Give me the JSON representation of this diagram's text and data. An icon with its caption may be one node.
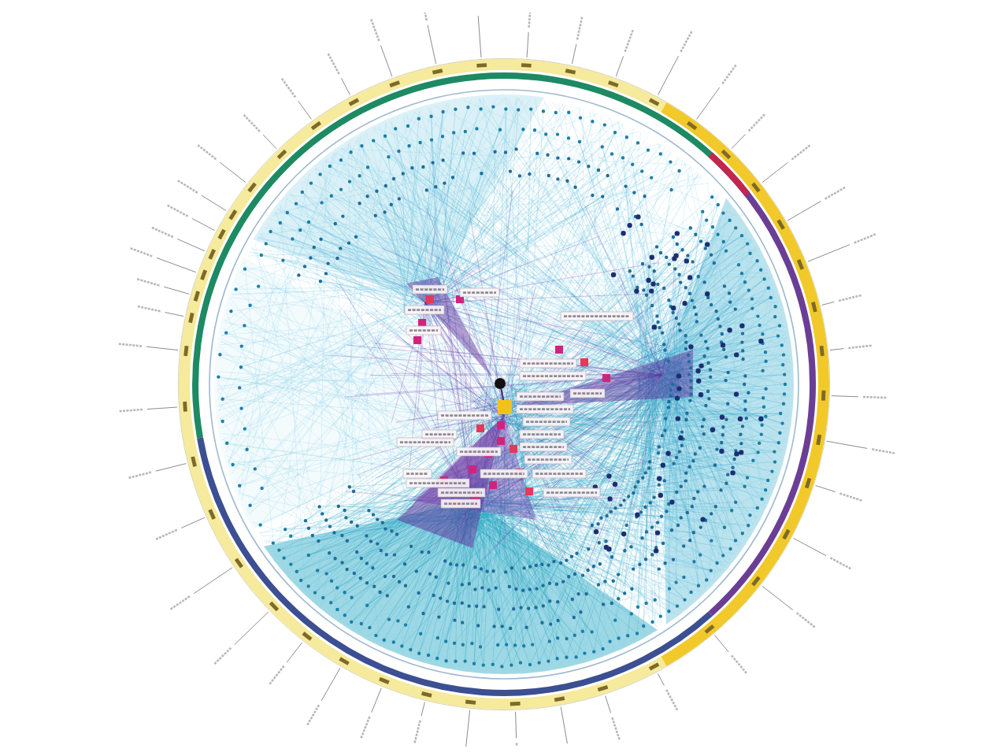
{
  "diagram": {
    "nodes": [
      {
        "text": [],
        "shape": "circle"
      },
      {
        "text": [],
        "shape": "box"
      }
    ],
    "edges": [
      {
        "from": 0,
        "to": 1,
        "arrow": "none"
      }
    ]
  }
}
